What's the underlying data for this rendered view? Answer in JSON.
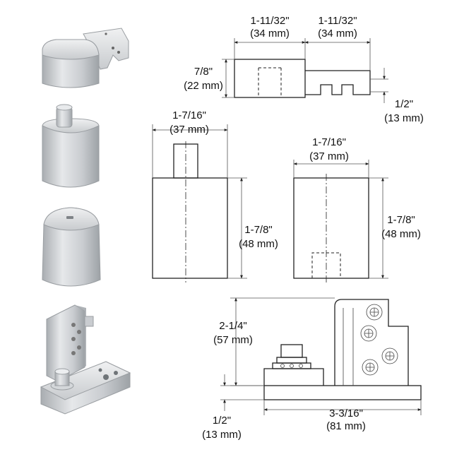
{
  "colors": {
    "metal_light": "#e4e6e8",
    "metal_mid": "#bfc3c6",
    "metal_dark": "#8e9397",
    "line": "#222222"
  },
  "dims": {
    "top_w1": "1-11/32\"",
    "top_w1_mm": "(34 mm)",
    "top_w2": "1-11/32\"",
    "top_w2_mm": "(34 mm)",
    "top_h": "7/8\"",
    "top_h_mm": "(22 mm)",
    "top_tab": "1/2\"",
    "top_tab_mm": "(13 mm)",
    "mid_left_w": "1-7/16\"",
    "mid_left_w_mm": "(37 mm)",
    "mid_left_h": "1-7/8\"",
    "mid_left_h_mm": "(48 mm)",
    "mid_right_w": "1-7/16\"",
    "mid_right_w_mm": "(37 mm)",
    "mid_right_h": "1-7/8\"",
    "mid_right_h_mm": "(48 mm)",
    "bot_h": "2-1/4\"",
    "bot_h_mm": "(57 mm)",
    "bot_base": "1/2\"",
    "bot_base_mm": "(13 mm)",
    "bot_w": "3-3/16\"",
    "bot_w_mm": "(81 mm)"
  }
}
